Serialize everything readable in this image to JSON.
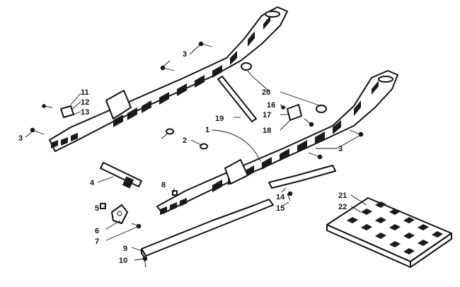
{
  "callouts": {
    "c1": "1",
    "c2": "2",
    "c3a": "3",
    "c3b": "3",
    "c3c": "3",
    "c4": "4",
    "c5": "5",
    "c6": "6",
    "c7": "7",
    "c8": "8",
    "c9": "9",
    "c10": "10",
    "c11": "11",
    "c12": "12",
    "c13": "13",
    "c14": "14",
    "c15": "15",
    "c16": "16",
    "c17": "17",
    "c18": "18",
    "c19": "19",
    "c20": "20",
    "c21": "21",
    "c22": "22"
  },
  "colors": {
    "line": "#111111",
    "background": "#ffffff"
  }
}
